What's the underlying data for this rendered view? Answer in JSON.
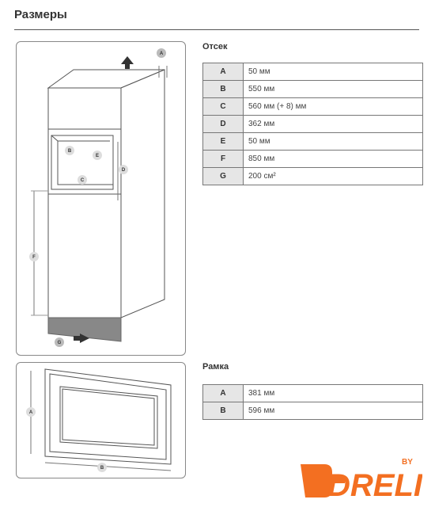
{
  "page": {
    "title": "Размеры"
  },
  "compartment": {
    "title": "Отсек",
    "rows": [
      {
        "key": "A",
        "value": "50 мм"
      },
      {
        "key": "B",
        "value": "550 мм"
      },
      {
        "key": "C",
        "value": "560 мм (+ 8) мм"
      },
      {
        "key": "D",
        "value": "362 мм"
      },
      {
        "key": "E",
        "value": "50 мм"
      },
      {
        "key": "F",
        "value": "850 мм"
      },
      {
        "key": "G",
        "value": "200 см²"
      }
    ]
  },
  "frame": {
    "title": "Рамка",
    "rows": [
      {
        "key": "A",
        "value": "381 мм"
      },
      {
        "key": "B",
        "value": "596 мм"
      }
    ]
  },
  "diagram_labels": {
    "top": {
      "a": "A",
      "b": "B",
      "c": "C",
      "d": "D",
      "e": "E",
      "f": "F",
      "g": "G"
    },
    "bottom": {
      "a": "A",
      "b": "B"
    }
  },
  "logo": {
    "text": "DRELI",
    "suffix": "BY",
    "color": "#f36f21"
  }
}
